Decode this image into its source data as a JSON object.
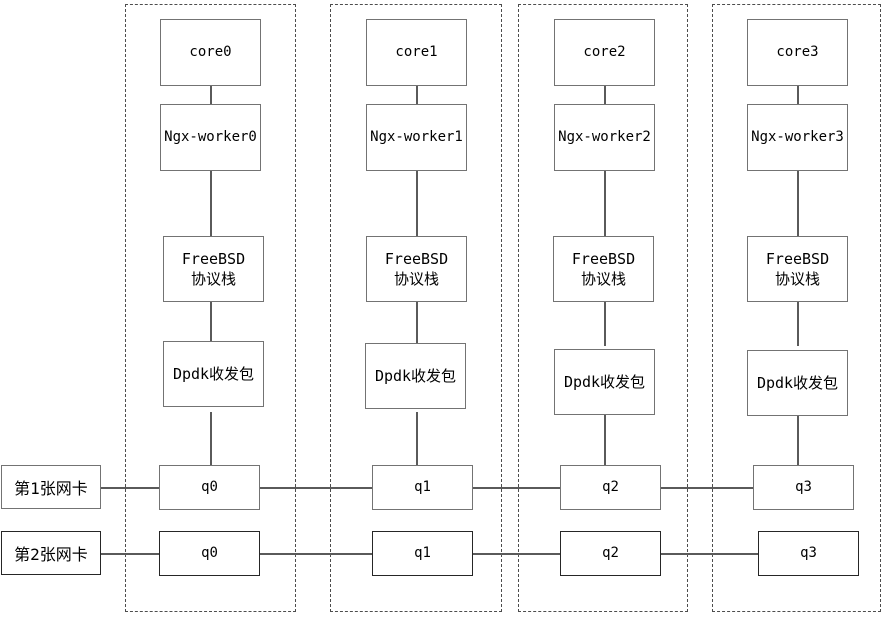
{
  "nics": [
    {
      "label": "第1张网卡"
    },
    {
      "label": "第2张网卡"
    }
  ],
  "columns": [
    {
      "core": "core0",
      "worker": "Ngx-worker0",
      "stack_line1": "FreeBSD",
      "stack_line2": "协议栈",
      "dpdk": "Dpdk收发包",
      "queue": "q0"
    },
    {
      "core": "core1",
      "worker": "Ngx-worker1",
      "stack_line1": "FreeBSD",
      "stack_line2": "协议栈",
      "dpdk": "Dpdk收发包",
      "queue": "q1"
    },
    {
      "core": "core2",
      "worker": "Ngx-worker2",
      "stack_line1": "FreeBSD",
      "stack_line2": "协议栈",
      "dpdk": "Dpdk收发包",
      "queue": "q2"
    },
    {
      "core": "core3",
      "worker": "Ngx-worker3",
      "stack_line1": "FreeBSD",
      "stack_line2": "协议栈",
      "dpdk": "Dpdk收发包",
      "queue": "q3"
    }
  ],
  "colors": {
    "background": "#ffffff",
    "box_border": "#737373",
    "dark_box_border": "#262626",
    "dashed_border": "#4d4d4d",
    "line": "#5a5a5a",
    "text": "#000000"
  }
}
